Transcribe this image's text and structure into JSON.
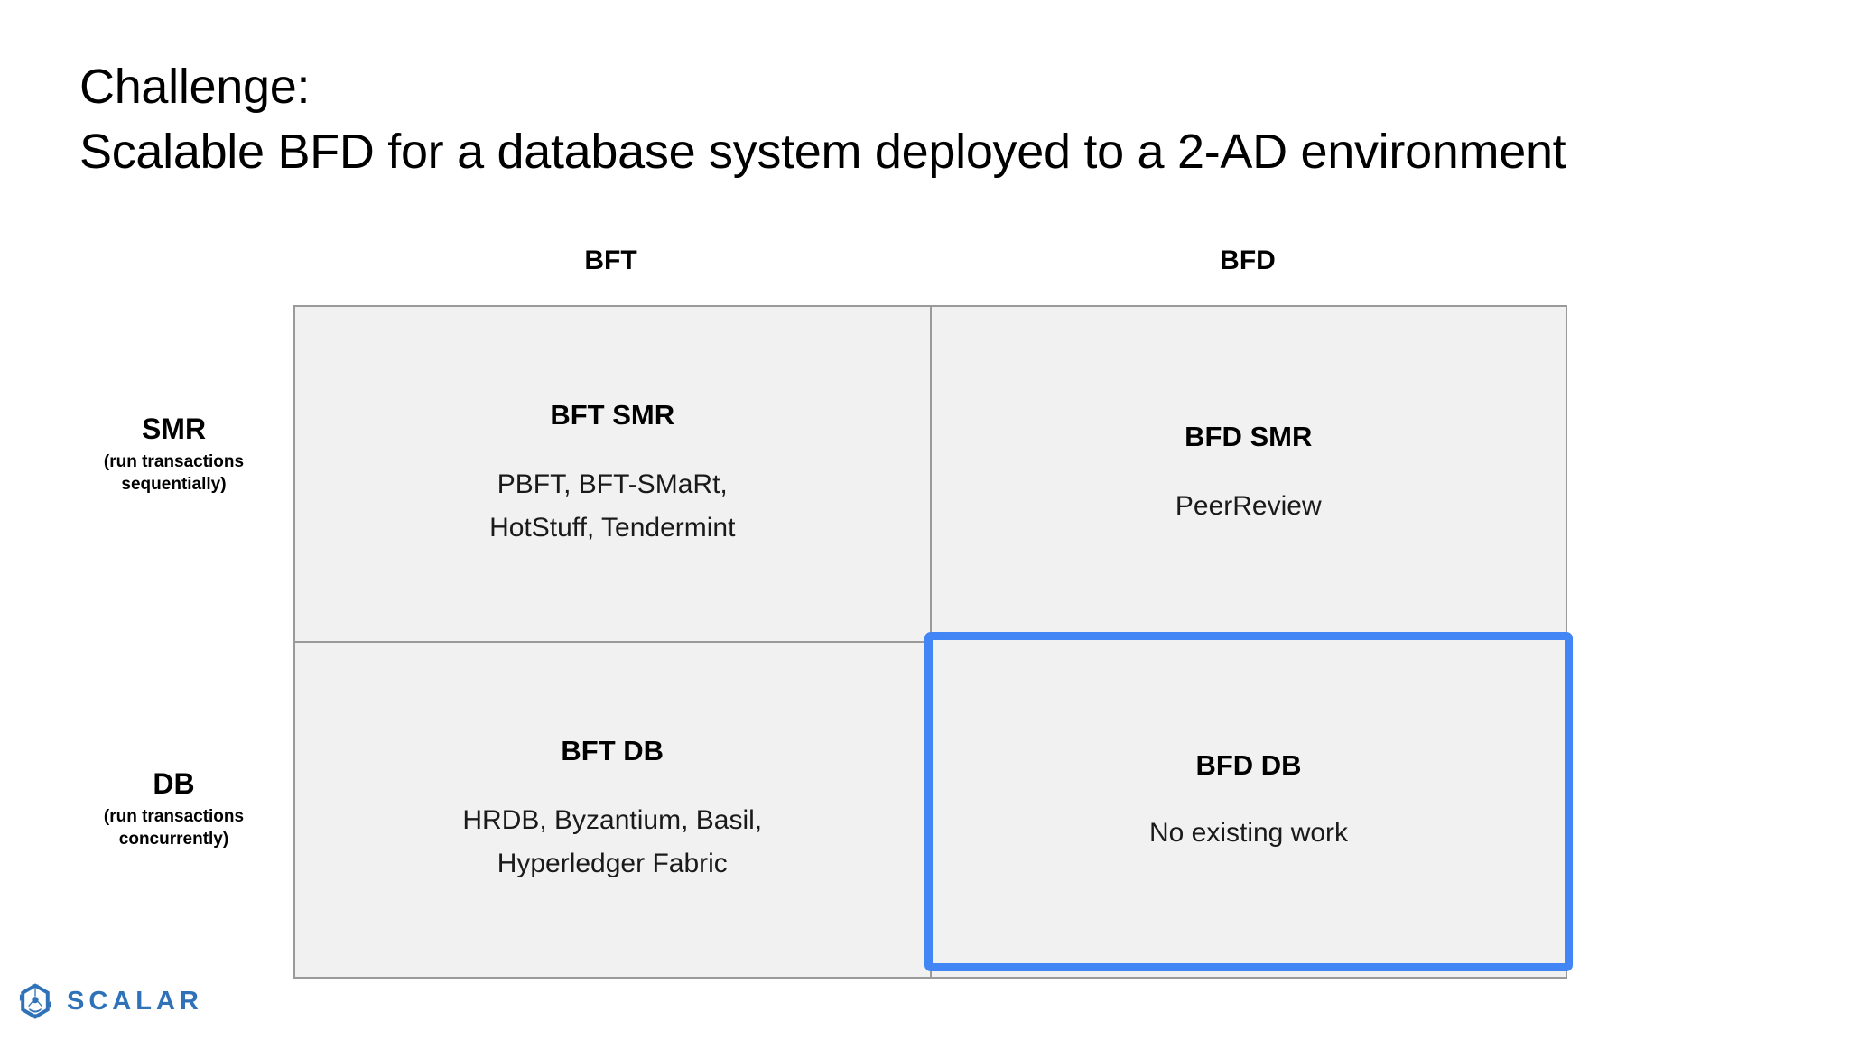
{
  "slide": {
    "title_lines": [
      "Challenge:",
      "Scalable BFD for a database system deployed to a 2-AD environment"
    ],
    "title_line_1": "Challenge:",
    "title_line_2": "Scalable BFD for a database system deployed to a 2-AD environment"
  },
  "matrix": {
    "column_headers": [
      {
        "key": "bft",
        "label": "BFT"
      },
      {
        "key": "bfd",
        "label": "BFD"
      }
    ],
    "row_headers": [
      {
        "key": "smr",
        "title": "SMR",
        "subtitle": "(run transactions sequentially)",
        "subtitle_line_1": "(run transactions",
        "subtitle_line_2": "sequentially)"
      },
      {
        "key": "db",
        "title": "DB",
        "subtitle": "(run transactions concurrently)",
        "subtitle_line_1": "(run transactions",
        "subtitle_line_2": "concurrently)"
      }
    ],
    "cells": [
      {
        "key": "bft-smr",
        "title": "BFT SMR",
        "body": "PBFT, BFT-SMaRt, HotStuff, Tendermint",
        "body_line_1": "PBFT, BFT-SMaRt,",
        "body_line_2": "HotStuff, Tendermint",
        "highlighted": false
      },
      {
        "key": "bfd-smr",
        "title": "BFD SMR",
        "body": "PeerReview",
        "body_line_1": "PeerReview",
        "body_line_2": "",
        "highlighted": false
      },
      {
        "key": "bft-db",
        "title": "BFT DB",
        "body": "HRDB, Byzantium, Basil, Hyperledger Fabric",
        "body_line_1": "HRDB, Byzantium, Basil,",
        "body_line_2": "Hyperledger Fabric",
        "highlighted": false
      },
      {
        "key": "bfd-db",
        "title": "BFD DB",
        "body": "No existing work",
        "body_line_1": "No existing work",
        "body_line_2": "",
        "highlighted": true
      }
    ]
  },
  "branding": {
    "wordmark": "SCALAR",
    "logo_icon": "scalar-hexagon-icon"
  },
  "colors": {
    "highlight_border": "#4285f4",
    "cell_background": "#f1f1f1",
    "table_border": "#9a9a9a",
    "brand_blue": "#2f72b8",
    "text": "#000000",
    "page_background": "#ffffff"
  }
}
